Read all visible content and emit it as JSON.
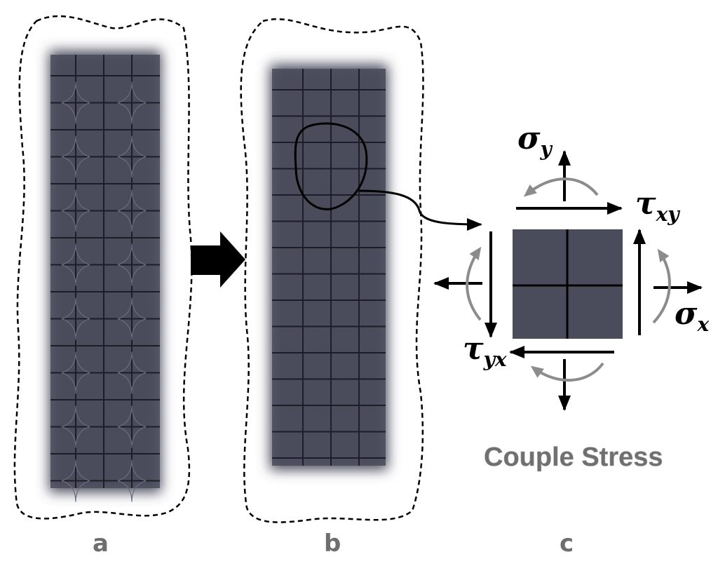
{
  "panels": {
    "a": {
      "label": "a"
    },
    "b": {
      "label": "b"
    },
    "c": {
      "label": "c",
      "caption": "Couple Stress"
    }
  },
  "stress_labels": {
    "sigma_y": {
      "symbol": "σ",
      "subscript": "y"
    },
    "sigma_x": {
      "symbol": "σ",
      "subscript": "x"
    },
    "tau_xy": {
      "symbol": "τ",
      "subscript": "xy"
    },
    "tau_yx": {
      "symbol": "τ",
      "subscript": "yx"
    }
  },
  "colors": {
    "material": "#4a4c5c",
    "grid": "#1c1d26",
    "outline": "#000000",
    "couple_arrow": "#8c8c8c",
    "label_gray": "#6e6e6e"
  }
}
